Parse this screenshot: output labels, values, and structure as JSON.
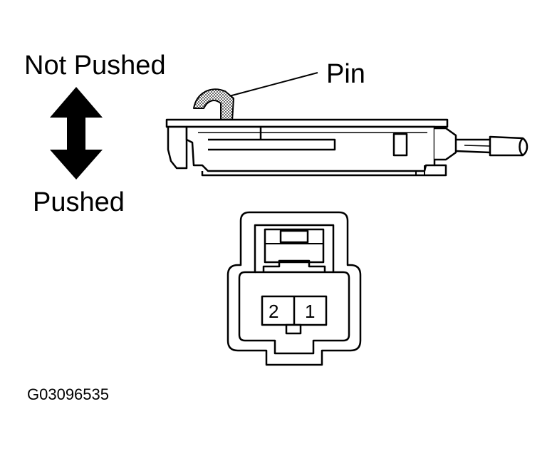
{
  "labels": {
    "not_pushed": "Not Pushed",
    "pushed": "Pushed",
    "pin": "Pin",
    "figure_code": "G03096535"
  },
  "connector": {
    "terminals": [
      "2",
      "1"
    ]
  },
  "icons": {
    "direction": "double-arrow-vertical-icon"
  },
  "colors": {
    "line": "#000000",
    "background": "#ffffff"
  }
}
